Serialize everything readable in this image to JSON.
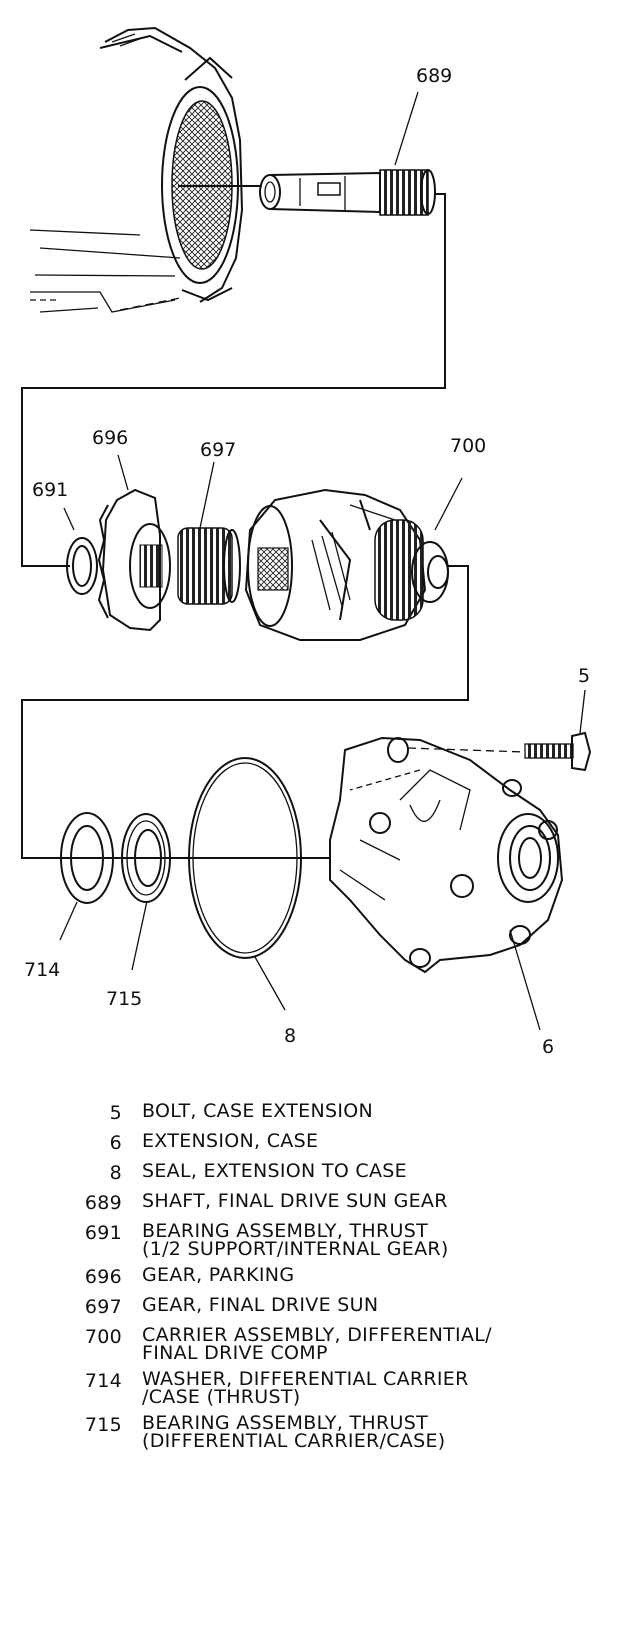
{
  "callouts": {
    "p689": "689",
    "p696": "696",
    "p697": "697",
    "p700": "700",
    "p691": "691",
    "p5": "5",
    "p714": "714",
    "p715": "715",
    "p8": "8",
    "p6": "6"
  },
  "legend": [
    {
      "num": "5",
      "desc": "BOLT, CASE EXTENSION"
    },
    {
      "num": "6",
      "desc": "EXTENSION, CASE"
    },
    {
      "num": "8",
      "desc": "SEAL, EXTENSION TO CASE"
    },
    {
      "num": "689",
      "desc": "SHAFT, FINAL DRIVE SUN GEAR"
    },
    {
      "num": "691",
      "desc": "BEARING ASSEMBLY, THRUST\n(1/2 SUPPORT/INTERNAL GEAR)"
    },
    {
      "num": "696",
      "desc": "GEAR, PARKING"
    },
    {
      "num": "697",
      "desc": "GEAR, FINAL DRIVE SUN"
    },
    {
      "num": "700",
      "desc": "CARRIER ASSEMBLY, DIFFERENTIAL/\nFINAL DRIVE COMP"
    },
    {
      "num": "714",
      "desc": "WASHER, DIFFERENTIAL CARRIER\n/CASE (THRUST)"
    },
    {
      "num": "715",
      "desc": "BEARING ASSEMBLY, THRUST\n(DIFFERENTIAL CARRIER/CASE)"
    }
  ]
}
